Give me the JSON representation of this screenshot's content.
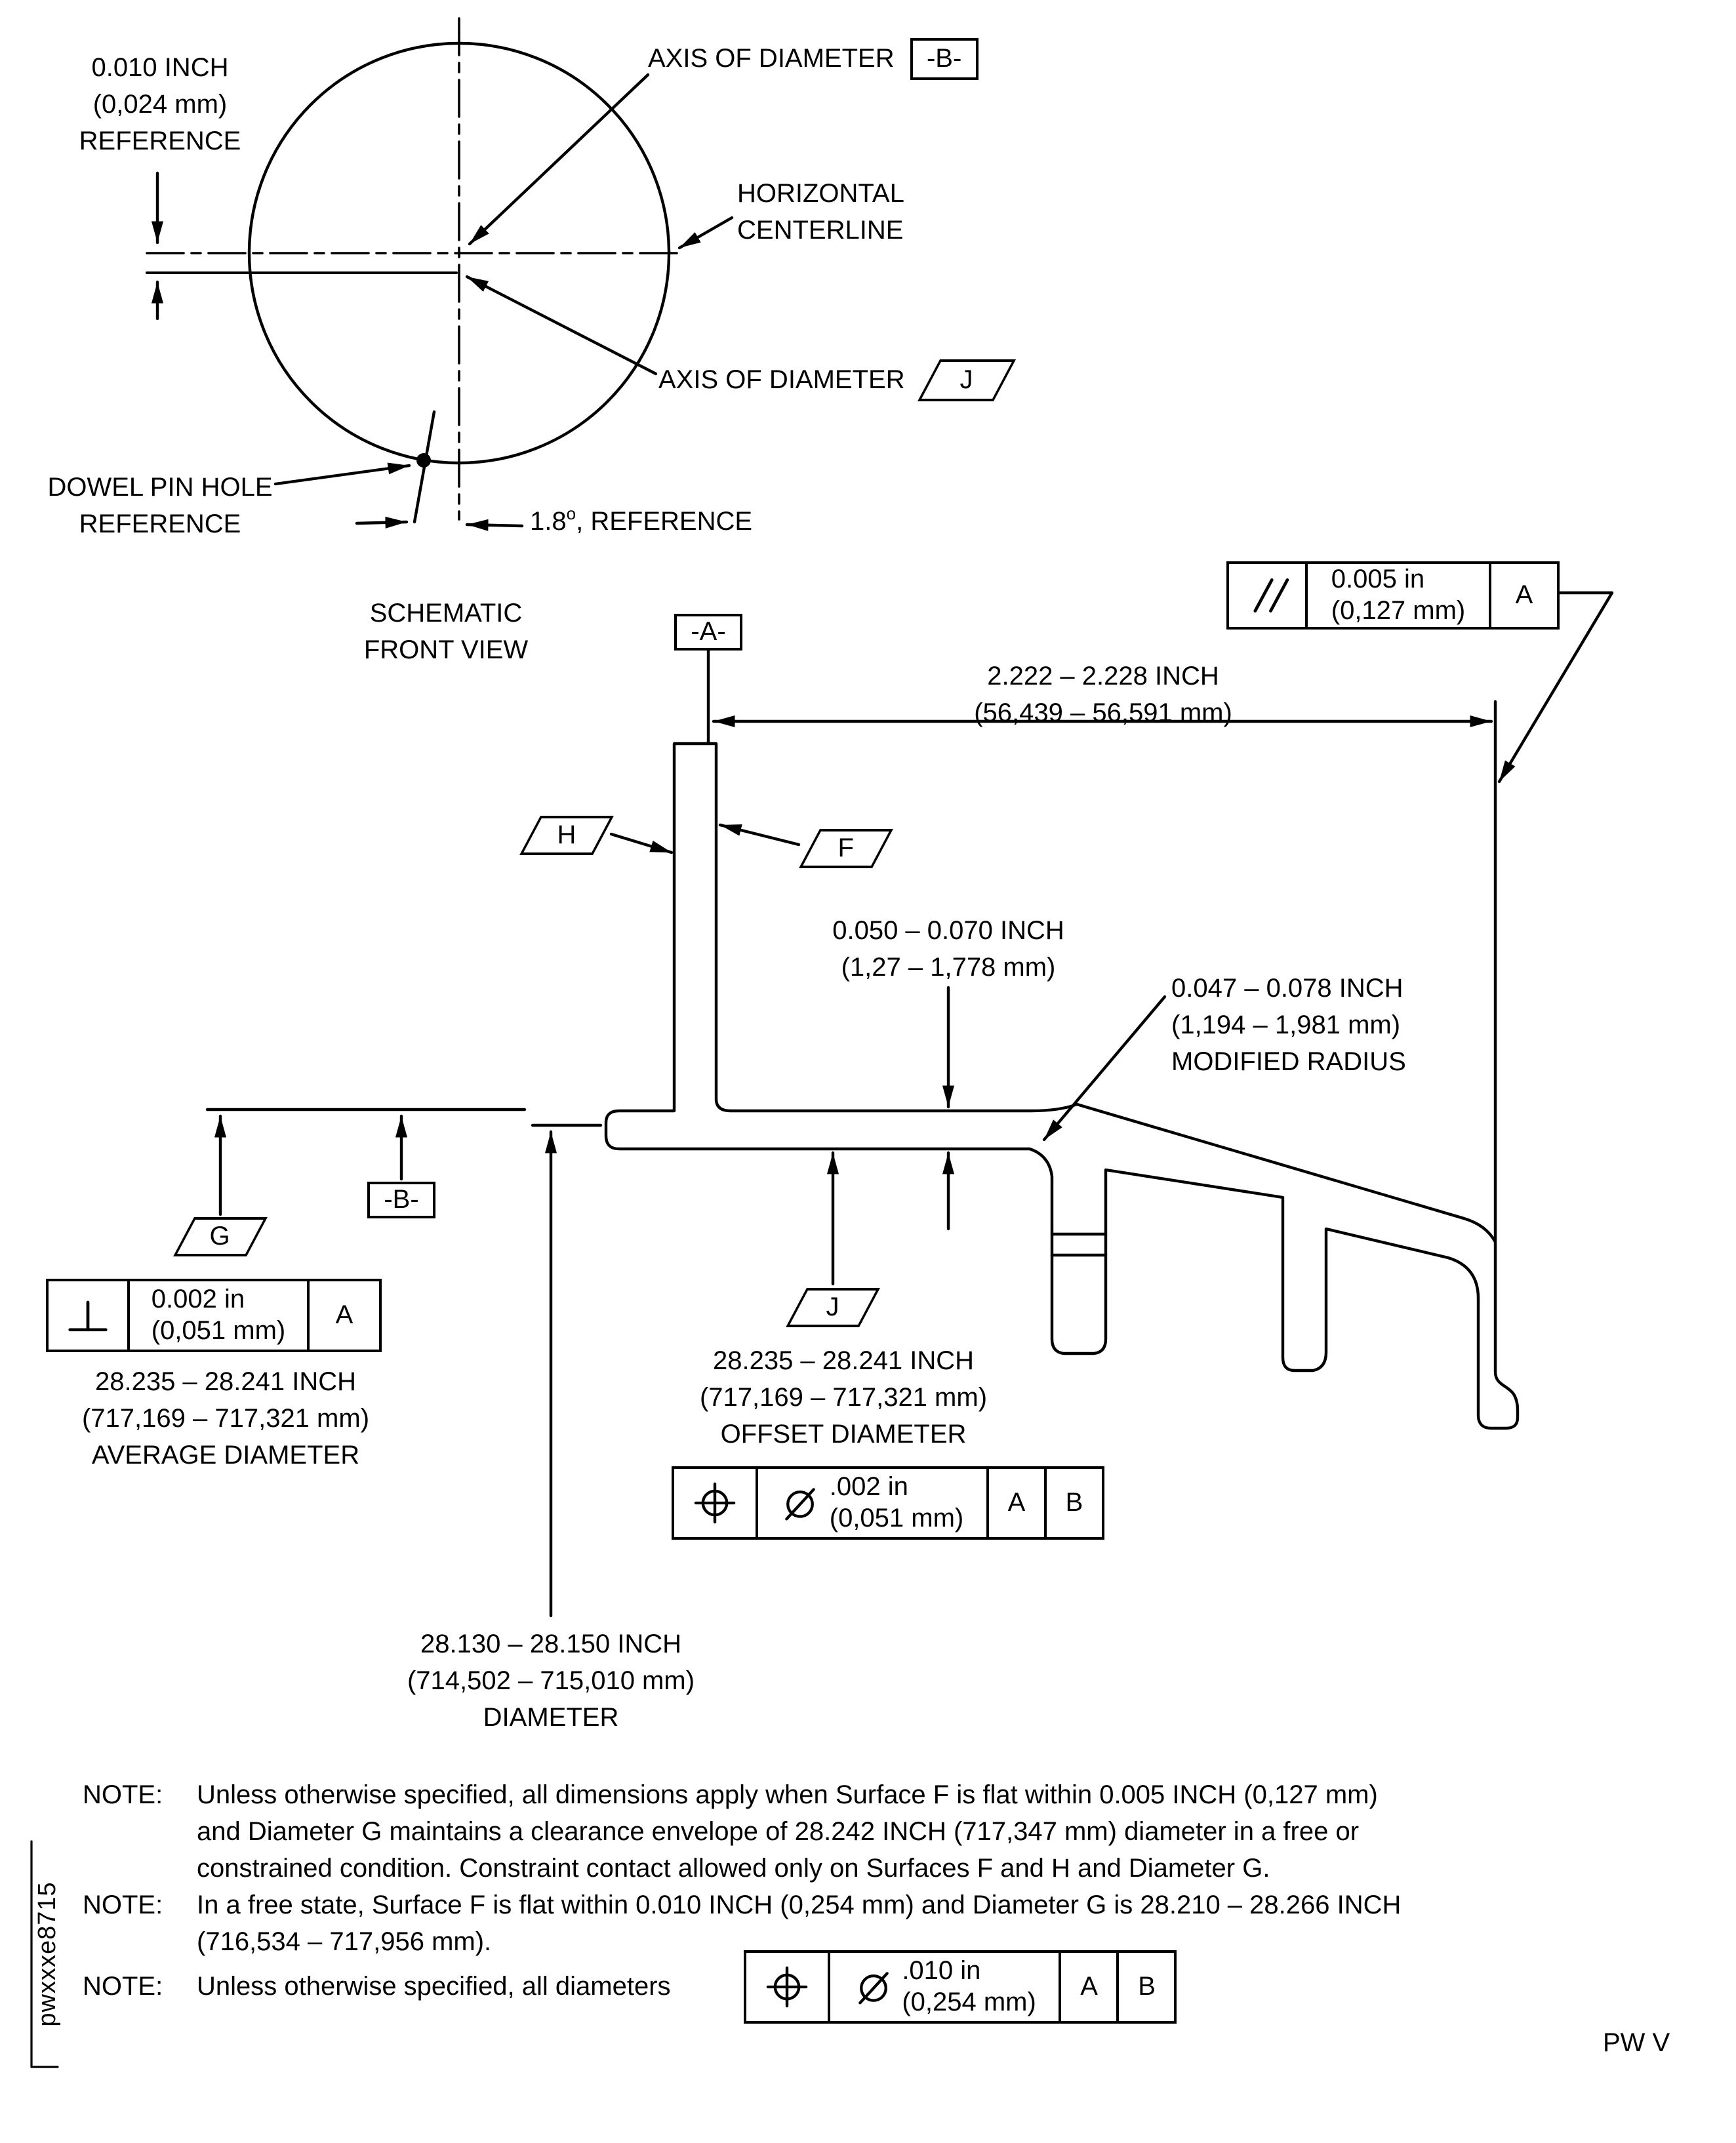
{
  "front_view": {
    "ref_offset": {
      "line1": "0.010 INCH",
      "line2": "(0,024 mm)",
      "line3": "REFERENCE"
    },
    "axis_b": {
      "label": "AXIS OF DIAMETER",
      "datum": "-B-"
    },
    "horizontal_centerline": {
      "line1": "HORIZONTAL",
      "line2": "CENTERLINE"
    },
    "axis_j": {
      "label": "AXIS OF DIAMETER",
      "flag": "J"
    },
    "dowel_pin": {
      "line1": "DOWEL PIN HOLE",
      "line2": "REFERENCE"
    },
    "angle": {
      "value": "1.8",
      "degree": "o",
      "suffix": ", REFERENCE"
    },
    "caption": {
      "line1": "SCHEMATIC",
      "line2": "FRONT VIEW"
    }
  },
  "section_view": {
    "datum_a": "-A-",
    "datum_b": "-B-",
    "surface_flags": {
      "h": "H",
      "f": "F",
      "g": "G",
      "j": "J"
    },
    "flange_width": {
      "line1": "2.222 – 2.228 INCH",
      "line2": "(56,439 – 56,591 mm)"
    },
    "wall_thickness": {
      "line1": "0.050 – 0.070 INCH",
      "line2": "(1,27 – 1,778 mm)"
    },
    "modified_radius": {
      "line1": "0.047 – 0.078 INCH",
      "line2": "(1,194 – 1,981 mm)",
      "line3": "MODIFIED RADIUS"
    },
    "average_diameter": {
      "line1": "28.235 – 28.241 INCH",
      "line2": "(717,169 – 717,321 mm)",
      "line3": "AVERAGE DIAMETER"
    },
    "offset_diameter": {
      "line1": "28.235 – 28.241 INCH",
      "line2": "(717,169 – 717,321 mm)",
      "line3": "OFFSET DIAMETER"
    },
    "bore_diameter": {
      "line1": "28.130 – 28.150 INCH",
      "line2": "(714,502 – 715,010 mm)",
      "line3": "DIAMETER"
    }
  },
  "feature_control_frames": {
    "parallelism": {
      "symbol_icon": "parallelism-icon",
      "tol_line1": "0.005 in",
      "tol_line2": "(0,127 mm)",
      "datum1": "A"
    },
    "perpendicularity": {
      "symbol_icon": "perpendicularity-icon",
      "tol_line1": "0.002 in",
      "tol_line2": "(0,051 mm)",
      "datum1": "A"
    },
    "position_offset": {
      "symbol_icon": "position-icon",
      "diameter_icon": "diameter-icon",
      "tol_line1": ".002 in",
      "tol_line2": "(0,051 mm)",
      "datum1": "A",
      "datum2": "B"
    },
    "position_general": {
      "symbol_icon": "position-icon",
      "diameter_icon": "diameter-icon",
      "tol_line1": ".010 in",
      "tol_line2": "(0,254 mm)",
      "datum1": "A",
      "datum2": "B"
    }
  },
  "notes": {
    "label": "NOTE:",
    "note1_lines": [
      "Unless otherwise specified, all dimensions apply when Surface F is flat within 0.005 INCH (0,127 mm)",
      "and Diameter G maintains a clearance envelope of 28.242 INCH (717,347 mm) diameter in a free or",
      "constrained condition. Constraint contact allowed only on Surfaces F and H and Diameter G."
    ],
    "note2_lines": [
      "In a free state, Surface F is flat within 0.010 INCH (0,254 mm) and Diameter G is 28.210 – 28.266 INCH",
      "(716,534 – 717,956 mm)."
    ],
    "note3_text": "Unless otherwise specified, all diameters"
  },
  "footer": {
    "drawing_code": "pwxxxe8715",
    "page_ref": "PW V"
  },
  "colors": {
    "ink": "#000000",
    "background": "#ffffff"
  }
}
